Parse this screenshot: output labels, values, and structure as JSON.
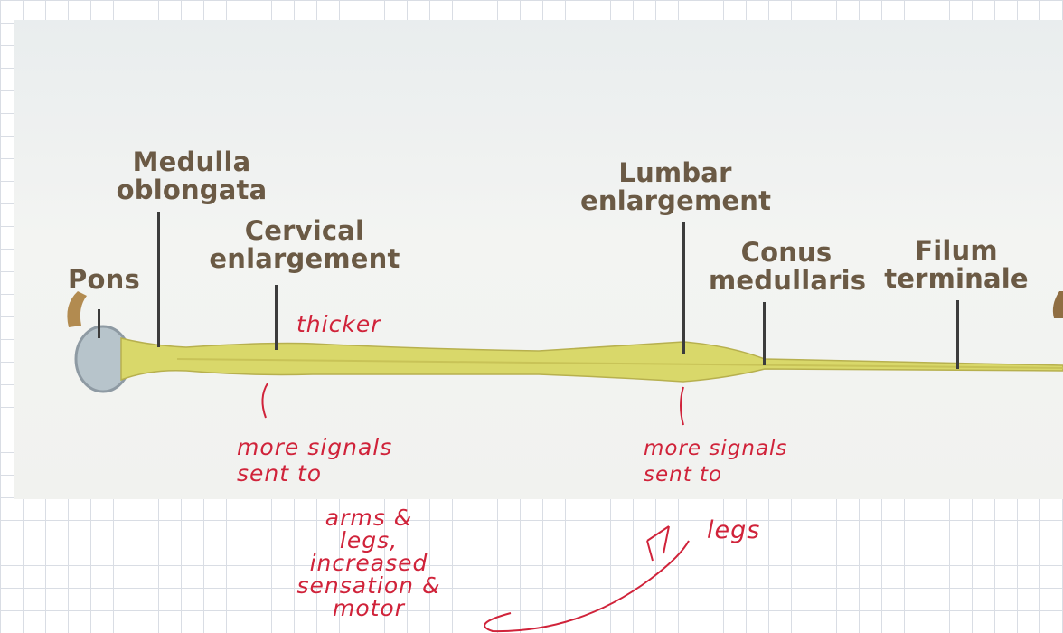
{
  "slide": {
    "labels": {
      "pons": "Pons",
      "medulla": "Medulla\noblongata",
      "cervical": "Cervical\nenlargement",
      "lumbar": "Lumbar\nenlargement",
      "conus": "Conus\nmedullaris",
      "filum": "Filum\nterminale"
    }
  },
  "annotations": {
    "thicker": "thicker",
    "cervical_note": "more  signals\nsent       to",
    "cervical_note_cont": "arms  &\nlegs,\nincreased\nsensation  &\nmotor",
    "lumbar_note": "more  signals\nsent     to",
    "legs": "legs"
  },
  "colors": {
    "label": "#6b5a45",
    "cord": "#d9d86a",
    "ink": "#d0233a",
    "pointer": "#3c3c3c"
  }
}
